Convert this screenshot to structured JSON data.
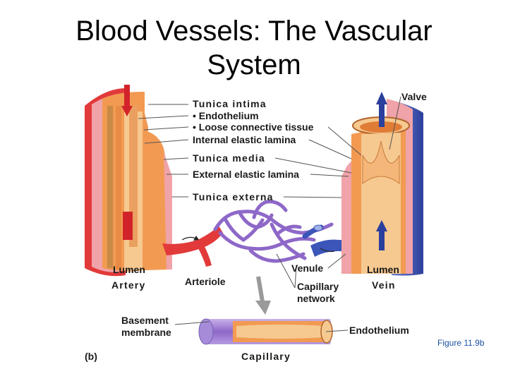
{
  "slide": {
    "title_line1": "Blood Vessels: The Vascular",
    "title_line2": "System",
    "figure_ref": "Figure 11.9b"
  },
  "labels": {
    "tunica_intima": "Tunica intima",
    "endothelium_bullet": "• Endothelium",
    "loose_connective": "• Loose connective tissue",
    "internal_elastic": "Internal elastic lamina",
    "tunica_media": "Tunica media",
    "external_elastic": "External elastic lamina",
    "tunica_externa": "Tunica externa",
    "valve": "Valve",
    "lumen_artery": "Lumen",
    "artery": "Artery",
    "arteriole": "Arteriole",
    "venule": "Venule",
    "capillary_network_1": "Capillary",
    "capillary_network_2": "network",
    "lumen_vein": "Lumen",
    "vein": "Vein",
    "basement_1": "Basement",
    "basement_2": "membrane",
    "endothelium": "Endothelium",
    "panel": "(b)",
    "capillary": "Capillary"
  },
  "colors": {
    "artery_red": "#e23a3a",
    "vein_blue": "#2b3f9c",
    "media_orange": "#f29a52",
    "intima_tan": "#f6c990",
    "externa_pink": "#f0a3a8",
    "capillary_purple": "#9b7bd1",
    "arrow_gray": "#9a9a9a",
    "figure_ref_blue": "#1b4fa3"
  }
}
